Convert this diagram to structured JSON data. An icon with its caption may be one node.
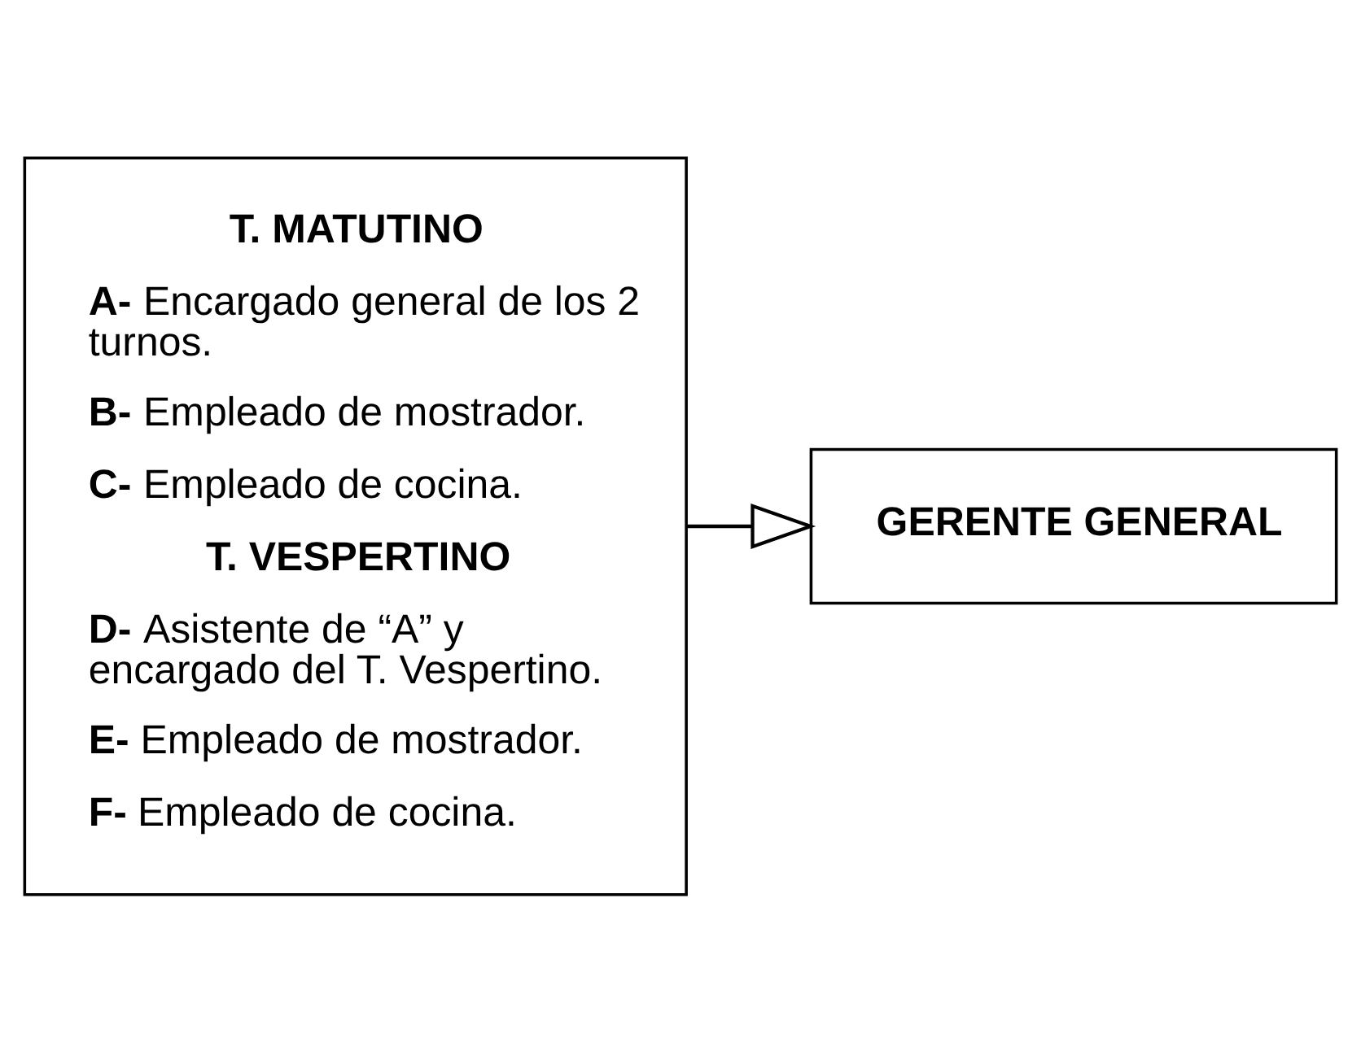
{
  "diagram": {
    "nodes": [
      {
        "text": [
          "T. MATUTINO",
          "**A-** Encargado general de los 2 turnos.",
          "**B-** Empleado de mostrador.",
          "**C-** Empleado de cocina.",
          "T. VESPERTINO",
          "**D-** Asistente de “A” y encargado del T. Vespertino.",
          "**E-** Empleado de mostrador.",
          "**F-** Empleado de cocina."
        ]
      },
      {
        "text": [
          "GERENTE GENERAL"
        ]
      }
    ],
    "edges": [
      {
        "from": 0,
        "to": 1,
        "arrow": "to"
      }
    ]
  }
}
